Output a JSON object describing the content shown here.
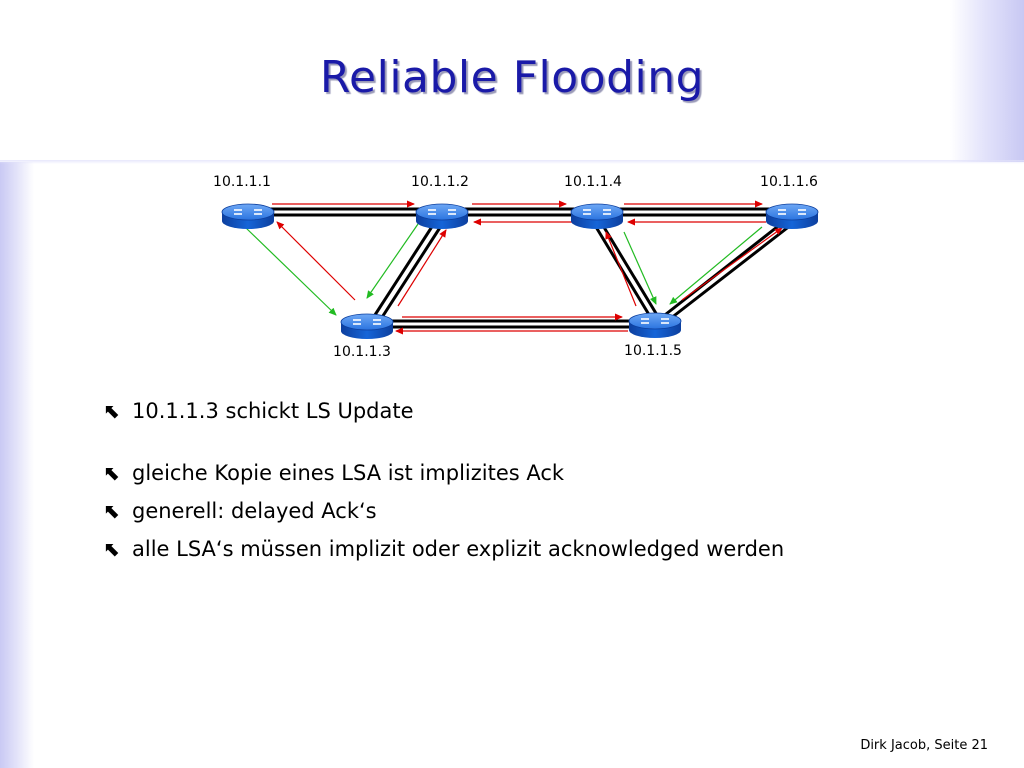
{
  "slide": {
    "title": "Reliable Flooding",
    "footer": "Dirk Jacob, Seite 21"
  },
  "nodes": {
    "n1": "10.1.1.1",
    "n2": "10.1.1.2",
    "n3": "10.1.1.3",
    "n4": "10.1.1.4",
    "n5": "10.1.1.5",
    "n6": "10.1.1.6"
  },
  "bullets": [
    "10.1.1.3 schickt LS Update",
    "gleiche Kopie eines LSA ist implizites Ack",
    "generell: delayed Ack‘s",
    "alle LSA‘s müssen implizit oder explizit acknowledged werden"
  ],
  "colors": {
    "title": "#1a1aa8",
    "link": "#000000",
    "update_arrow": "#dd0000",
    "ack_arrow": "#22bb22",
    "router_body": "#1565d8"
  },
  "icons": {
    "bullet": "curved-arrow-icon",
    "node": "router-icon"
  }
}
